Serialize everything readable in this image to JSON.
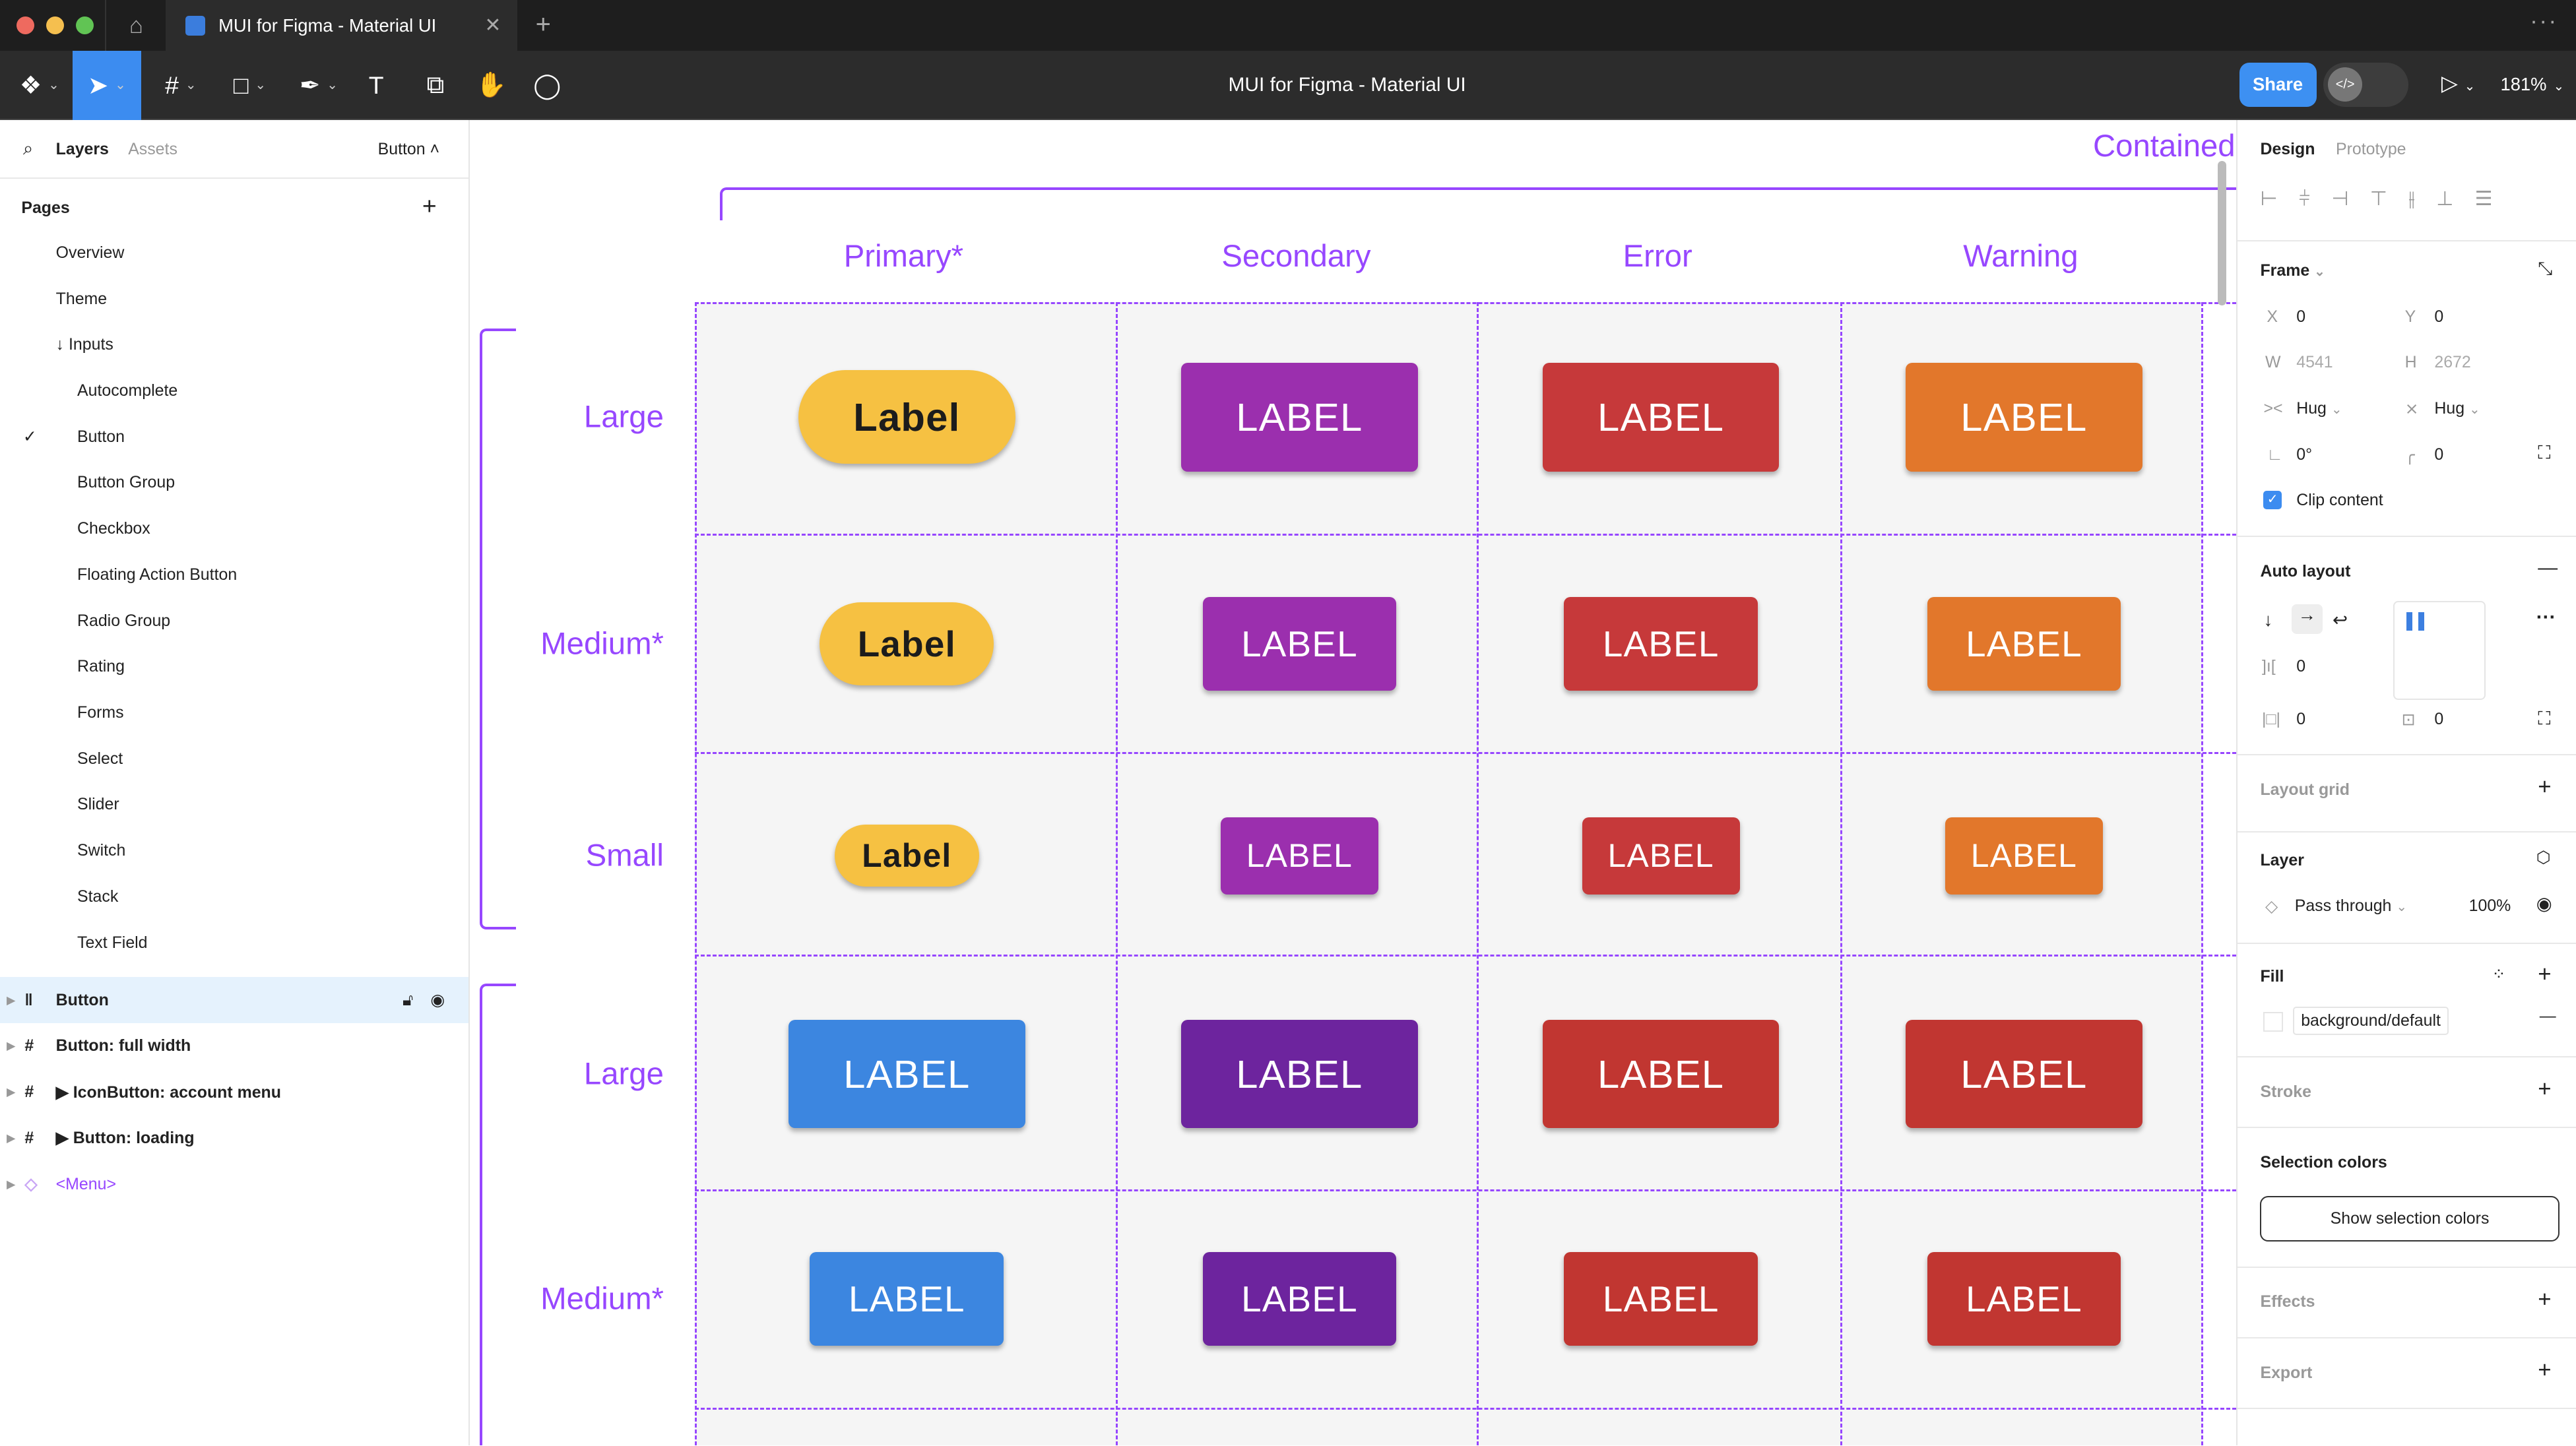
{
  "window": {
    "tab_title": "MUI for Figma - Material UI",
    "title": "MUI for Figma - Material UI"
  },
  "toolbar": {
    "share": "Share",
    "zoom": "181%",
    "dev_icon": "</>"
  },
  "layers_panel": {
    "tab_layers": "Layers",
    "tab_assets": "Assets",
    "page_selector": "Button",
    "pages_heading": "Pages",
    "pages": [
      {
        "label": "Overview",
        "indent": 0
      },
      {
        "label": "Theme",
        "indent": 0
      },
      {
        "label": "↓ Inputs",
        "indent": 0
      },
      {
        "label": "Autocomplete",
        "indent": 1
      },
      {
        "label": "Button",
        "indent": 1,
        "current": true
      },
      {
        "label": "Button Group",
        "indent": 1
      },
      {
        "label": "Checkbox",
        "indent": 1
      },
      {
        "label": "Floating Action Button",
        "indent": 1
      },
      {
        "label": "Radio Group",
        "indent": 1
      },
      {
        "label": "Rating",
        "indent": 1
      },
      {
        "label": "Forms",
        "indent": 1
      },
      {
        "label": "Select",
        "indent": 1
      },
      {
        "label": "Slider",
        "indent": 1
      },
      {
        "label": "Switch",
        "indent": 1
      },
      {
        "label": "Stack",
        "indent": 1
      },
      {
        "label": "Text Field",
        "indent": 1
      }
    ],
    "layers": [
      {
        "label": "Button",
        "icon": "auto-layout-icon",
        "selected": true
      },
      {
        "label": "Button: full width",
        "icon": "frame-icon"
      },
      {
        "label": "▶ IconButton: account menu",
        "icon": "frame-icon"
      },
      {
        "label": "▶ Button: loading",
        "icon": "frame-icon"
      },
      {
        "label": "<Menu>",
        "icon": "component-icon",
        "purple": true
      }
    ]
  },
  "design_panel": {
    "tab_design": "Design",
    "tab_prototype": "Prototype",
    "frame": {
      "heading": "Frame",
      "x": "0",
      "y": "0",
      "w": "4541",
      "h": "2672",
      "w_mode": "Hug",
      "h_mode": "Hug",
      "rotation": "0°",
      "radius": "0",
      "clip": "Clip content",
      "clip_checked": true
    },
    "auto_layout": {
      "heading": "Auto layout",
      "gap": "0",
      "pad_h": "0",
      "pad_v": "0"
    },
    "layout_grid": "Layout grid",
    "layer": {
      "heading": "Layer",
      "blend": "Pass through",
      "opacity": "100%"
    },
    "fill": {
      "heading": "Fill",
      "style": "background/default"
    },
    "stroke": "Stroke",
    "selection_colors": {
      "heading": "Selection colors",
      "button": "Show selection colors"
    },
    "effects": "Effects",
    "export": "Export"
  },
  "canvas": {
    "frame_title": "Contained",
    "columns": [
      "Primary*",
      "Secondary",
      "Error",
      "Warning"
    ],
    "accent": "#9747ff",
    "rows": [
      {
        "size": "Large",
        "buttons": [
          {
            "label": "Label",
            "color": "#f6c142",
            "pill": true
          },
          {
            "label": "LABEL",
            "color": "#9b2fae"
          },
          {
            "label": "LABEL",
            "color": "#c6393a"
          },
          {
            "label": "LABEL",
            "color": "#e2772b"
          }
        ]
      },
      {
        "size": "Medium*",
        "buttons": [
          {
            "label": "Label",
            "color": "#f6c142",
            "pill": true
          },
          {
            "label": "LABEL",
            "color": "#9b2fae"
          },
          {
            "label": "LABEL",
            "color": "#c6393a"
          },
          {
            "label": "LABEL",
            "color": "#e2772b"
          }
        ]
      },
      {
        "size": "Small",
        "buttons": [
          {
            "label": "Label",
            "color": "#f6c142",
            "pill": true
          },
          {
            "label": "LABEL",
            "color": "#9b2fae"
          },
          {
            "label": "LABEL",
            "color": "#c6393a"
          },
          {
            "label": "LABEL",
            "color": "#e2772b"
          }
        ]
      },
      {
        "size": "Large",
        "buttons": [
          {
            "label": "LABEL",
            "color": "#3c86e0"
          },
          {
            "label": "LABEL",
            "color": "#6d249e"
          },
          {
            "label": "LABEL",
            "color": "#c13631"
          },
          {
            "label": "LABEL",
            "color": "#c13631"
          }
        ]
      },
      {
        "size": "Medium*",
        "buttons": [
          {
            "label": "LABEL",
            "color": "#3c86e0"
          },
          {
            "label": "LABEL",
            "color": "#6d249e"
          },
          {
            "label": "LABEL",
            "color": "#c13631"
          },
          {
            "label": "LABEL",
            "color": "#c13631"
          }
        ]
      }
    ]
  }
}
